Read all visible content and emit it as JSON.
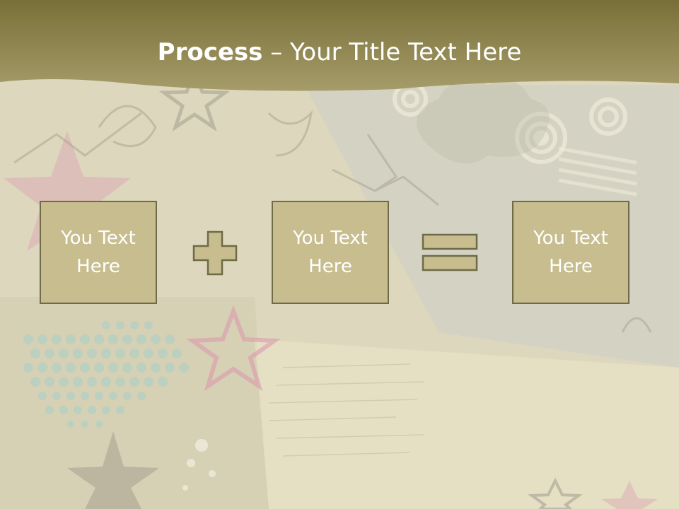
{
  "slide": {
    "title_bold": "Process",
    "title_dash": " – ",
    "title_rest": "Your Title Text Here"
  },
  "boxes": [
    {
      "text": "You Text Here"
    },
    {
      "text": "You Text Here"
    },
    {
      "text": "You Text Here"
    }
  ],
  "operators": [
    "plus",
    "equals"
  ],
  "colors": {
    "header": "#8f8550",
    "box_fill": "#c7bd8e",
    "box_border": "#6f6a48",
    "text": "#ffffff"
  }
}
